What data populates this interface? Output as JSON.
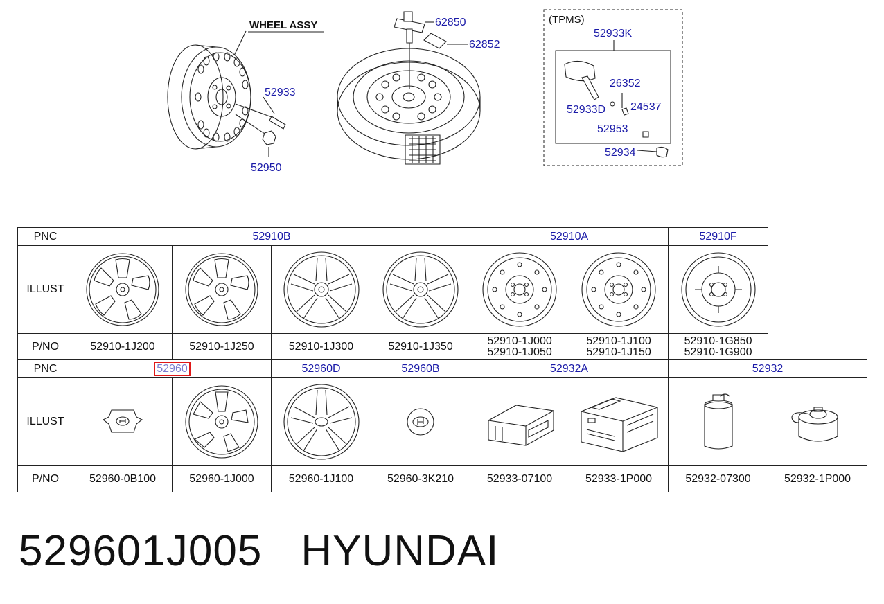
{
  "diagram": {
    "wheel_assy": "WHEEL ASSY",
    "tpms": "(TPMS)",
    "callouts": {
      "c52933": "52933",
      "c52950": "52950",
      "c62850": "62850",
      "c62852": "62852",
      "c52933K": "52933K",
      "c26352": "26352",
      "c52933D": "52933D",
      "c24537": "24537",
      "c52953": "52953",
      "c52934": "52934"
    }
  },
  "table1": {
    "header_pnc": "PNC",
    "header_illust": "ILLUST",
    "header_pno": "P/NO",
    "pnc_groups": [
      "52910B",
      "52910A",
      "52910F"
    ],
    "parts": [
      [
        "52910-1J200"
      ],
      [
        "52910-1J250"
      ],
      [
        "52910-1J300"
      ],
      [
        "52910-1J350"
      ],
      [
        "52910-1J000",
        "52910-1J050"
      ],
      [
        "52910-1J100",
        "52910-1J150"
      ],
      [
        "52910-1G850",
        "52910-1G900"
      ]
    ]
  },
  "table2": {
    "header_pnc": "PNC",
    "header_illust": "ILLUST",
    "header_pno": "P/NO",
    "pnc_groups": [
      "52960",
      "52960D",
      "52960B",
      "52932A",
      "52932"
    ],
    "parts": [
      "52960-0B100",
      "52960-1J000",
      "52960-1J100",
      "52960-3K210",
      "52933-07100",
      "52933-1P000",
      "52932-07300",
      "52932-1P000"
    ]
  },
  "footer": {
    "part_number": "529601J005",
    "brand": "HYUNDAI"
  },
  "colors": {
    "callout": "#1a1aa8",
    "highlight_border": "#e01818",
    "highlight_text": "#7d7dd0",
    "lines": "#222222"
  }
}
